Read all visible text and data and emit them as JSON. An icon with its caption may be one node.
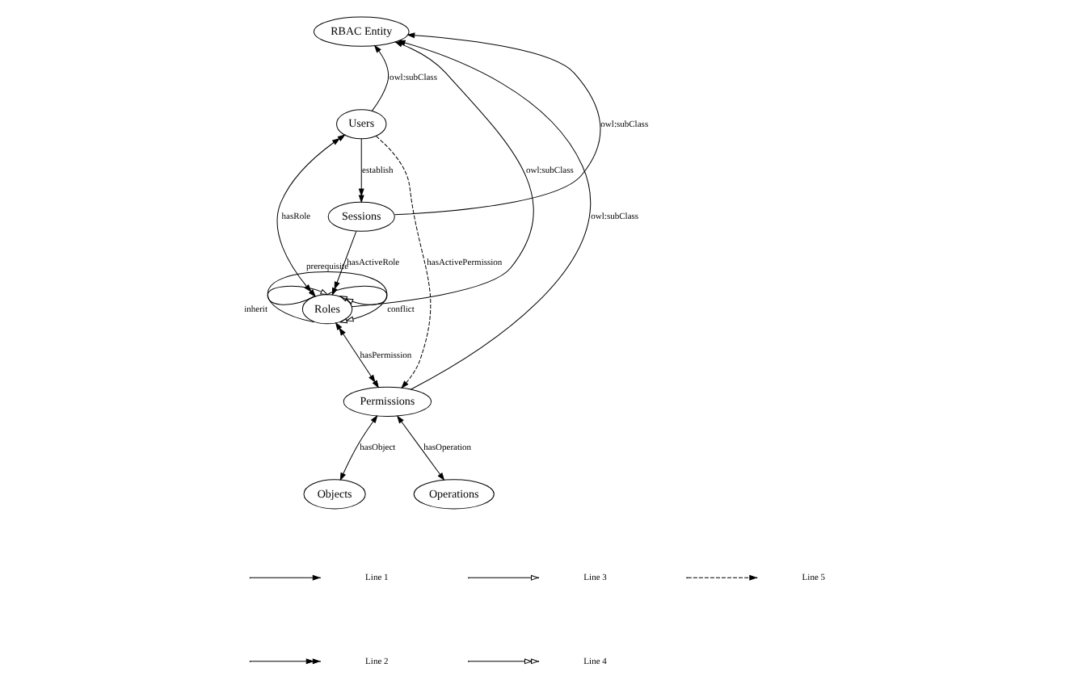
{
  "diagram": {
    "nodes": [
      {
        "text": [
          "RBAC Entity"
        ]
      },
      {
        "text": [
          "Users"
        ]
      },
      {
        "text": [
          "Roles"
        ]
      },
      {
        "text": [
          "Permissions"
        ]
      },
      {
        "text": [
          "Sessions"
        ]
      },
      {
        "text": [
          "Objects"
        ]
      },
      {
        "text": [
          "Operations"
        ]
      }
    ],
    "edges": [
      {
        "from": 1,
        "to": 0,
        "arrow": "to",
        "label": "owl:subClass"
      },
      {
        "from": 2,
        "to": 0,
        "arrow": "to",
        "label": "owl:subClass"
      },
      {
        "from": 3,
        "to": 0,
        "arrow": "to",
        "label": "owl:subClass"
      },
      {
        "from": 4,
        "to": 0,
        "arrow": "to",
        "label": "owl:subClass"
      },
      {
        "from": 1,
        "to": 4,
        "arrow": "to",
        "label": "establish"
      },
      {
        "from": 2,
        "to": 2,
        "arrow": "to",
        "label": "inherit"
      },
      {
        "from": 2,
        "to": 2,
        "arrow": "to",
        "label": "conflict"
      },
      {
        "from": 1,
        "to": 2,
        "arrow": "both",
        "label": "hasRole"
      },
      {
        "from": 2,
        "to": 3,
        "arrow": "both",
        "label": "hasPermission"
      },
      {
        "from": 2,
        "to": 2,
        "arrow": "to",
        "label": "prerequisite"
      },
      {
        "from": 4,
        "to": 2,
        "arrow": "to",
        "label": "hasActiveRole"
      },
      {
        "from": 1,
        "to": 3,
        "arrow": "to",
        "label": "hasActivePermission",
        "style": "dashed"
      },
      {
        "from": 3,
        "to": 5,
        "arrow": "both",
        "label": "hasObject"
      },
      {
        "from": 3,
        "to": 6,
        "arrow": "both",
        "label": "hasOperation"
      }
    ],
    "legend": [
      {
        "text": "Line 1"
      },
      {
        "text": "Line 2"
      },
      {
        "text": "Line 3"
      },
      {
        "text": "Line 4"
      },
      {
        "text": "Line 5"
      }
    ]
  }
}
